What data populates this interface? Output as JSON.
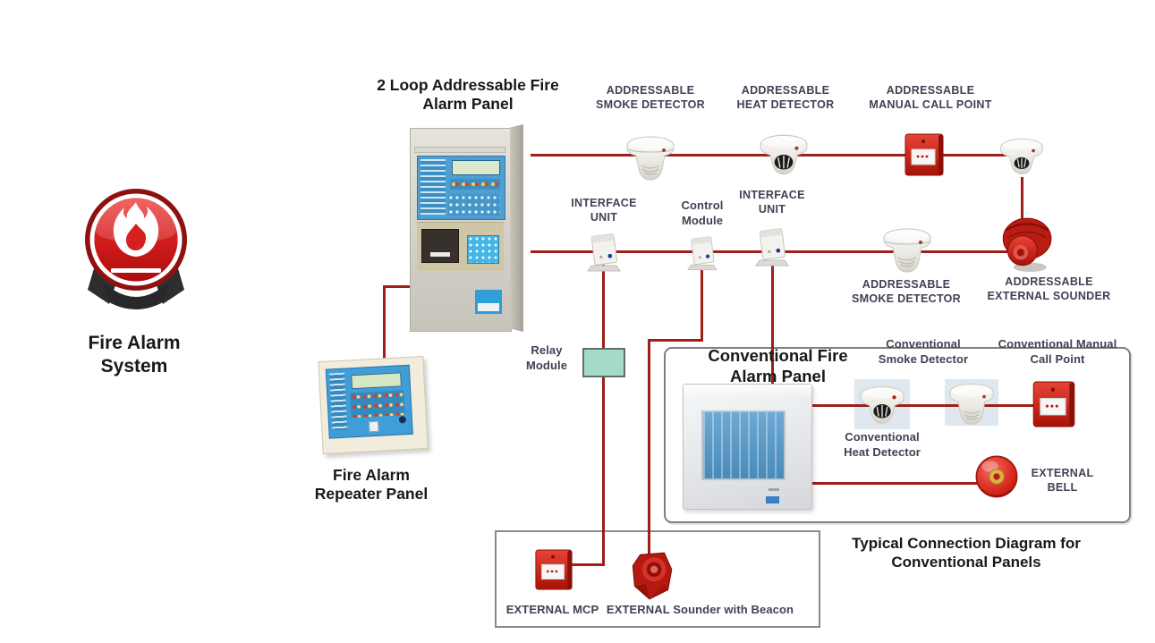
{
  "branding": {
    "system_title": "Fire Alarm\nSystem"
  },
  "addressable": {
    "panel_title": "2 Loop Addressable Fire\nAlarm Panel",
    "repeater_title": "Fire Alarm\nRepeater Panel",
    "smoke_detector_top": "ADDRESSABLE\nSMOKE DETECTOR",
    "heat_detector": "ADDRESSABLE\nHEAT DETECTOR",
    "manual_call_point": "ADDRESSABLE\nMANUAL CALL POINT",
    "interface_unit_1": "INTERFACE\nUNIT",
    "control_module": "Control\nModule",
    "interface_unit_2": "INTERFACE\nUNIT",
    "smoke_detector_loop2": "ADDRESSABLE\nSMOKE DETECTOR",
    "external_sounder": "ADDRESSABLE\nEXTERNAL SOUNDER",
    "relay_module": "Relay\nModule"
  },
  "conventional": {
    "panel_title": "Conventional Fire\nAlarm Panel",
    "smoke_detector": "Conventional\nSmoke Detector",
    "manual_call_point": "Conventional Manual\nCall Point",
    "heat_detector": "Conventional\nHeat Detector",
    "external_bell": "EXTERNAL\nBELL",
    "caption": "Typical Connection Diagram for\nConventional Panels"
  },
  "external_devices": {
    "mcp": "EXTERNAL MCP",
    "sounder_with_beacon": "EXTERNAL Sounder with Beacon"
  },
  "colors": {
    "wire": "#9e1f1a",
    "label_text": "#3f4254",
    "title_text": "#17181d",
    "relay_fill": "#a5d9ca",
    "alarm_red": "#c6281e",
    "panel_blue": "#4f9fd1"
  }
}
